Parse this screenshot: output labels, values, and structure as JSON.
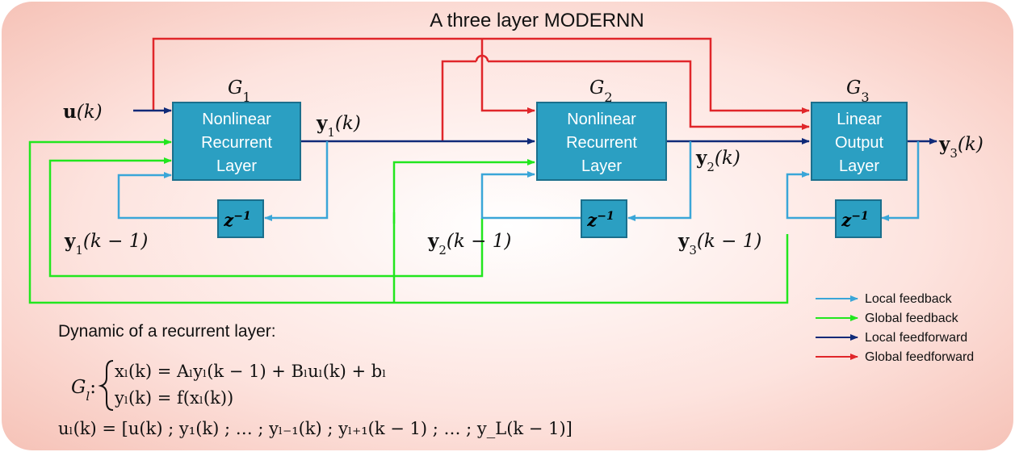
{
  "title": "A three layer MODERNN",
  "colors": {
    "local_feedback": "#3aa6d8",
    "global_feedback": "#22e61e",
    "local_feedforward": "#102a78",
    "global_feedforward": "#e0262a",
    "block_fill": "#2b9fc2",
    "background_tint": "#fbd9d3"
  },
  "blocks": [
    {
      "label": "G",
      "sub": "1",
      "lines": [
        "Nonlinear",
        "Recurrent",
        "Layer"
      ]
    },
    {
      "label": "G",
      "sub": "2",
      "lines": [
        "Nonlinear",
        "Recurrent",
        "Layer"
      ]
    },
    {
      "label": "G",
      "sub": "3",
      "lines": [
        "Linear",
        "Output",
        "Layer"
      ]
    }
  ],
  "delay_label": "z",
  "delay_exp": "−1",
  "signals": {
    "u": "u",
    "k_arg": "(k)",
    "y": "y",
    "km1_arg": "(k − 1)",
    "y1_sub": "1",
    "y2_sub": "2",
    "y3_sub": "3"
  },
  "legend": [
    {
      "label": "Local feedback",
      "color": "#3aa6d8"
    },
    {
      "label": "Global feedback",
      "color": "#22e61e"
    },
    {
      "label": "Local feedforward",
      "color": "#102a78"
    },
    {
      "label": "Global feedforward",
      "color": "#e0262a"
    }
  ],
  "dynamics_heading": "Dynamic of a recurrent layer:",
  "equations": {
    "gl": "G",
    "gl_sub": "l",
    "line1": "xₗ(k) = Aₗyₗ(k − 1) + Bₗuₗ(k) + bₗ",
    "line2": "yₗ(k) = f(xₗ(k))",
    "line3": "uₗ(k) = [u(k) ; y₁(k) ; … ; yₗ₋₁(k) ;  yₗ₊₁(k − 1) ;  …  ; y_L(k − 1)]"
  }
}
